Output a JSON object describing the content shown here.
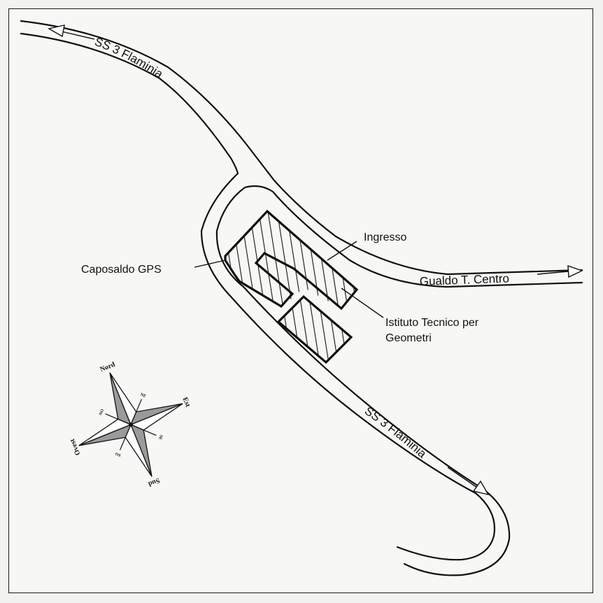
{
  "roads": {
    "flaminia_north_label": "SS 3 Flaminia",
    "flaminia_south_label": "SS 3 Flaminia",
    "gualdo_label": "Gualdo T. Centro"
  },
  "labels": {
    "ingresso": "Ingresso",
    "caposaldo": "Caposaldo GPS",
    "istituto_line1": "Istituto Tecnico per",
    "istituto_line2": "Geometri"
  },
  "compass": {
    "nord": "Nord",
    "est": "Est",
    "sud": "Sud",
    "ovest": "Ovest",
    "ne": "NE",
    "se": "SE",
    "so": "SO",
    "no": "NO"
  },
  "colors": {
    "ink": "#111111",
    "paper": "#f7f7f5",
    "compass_fill": "#9a9a9a"
  }
}
